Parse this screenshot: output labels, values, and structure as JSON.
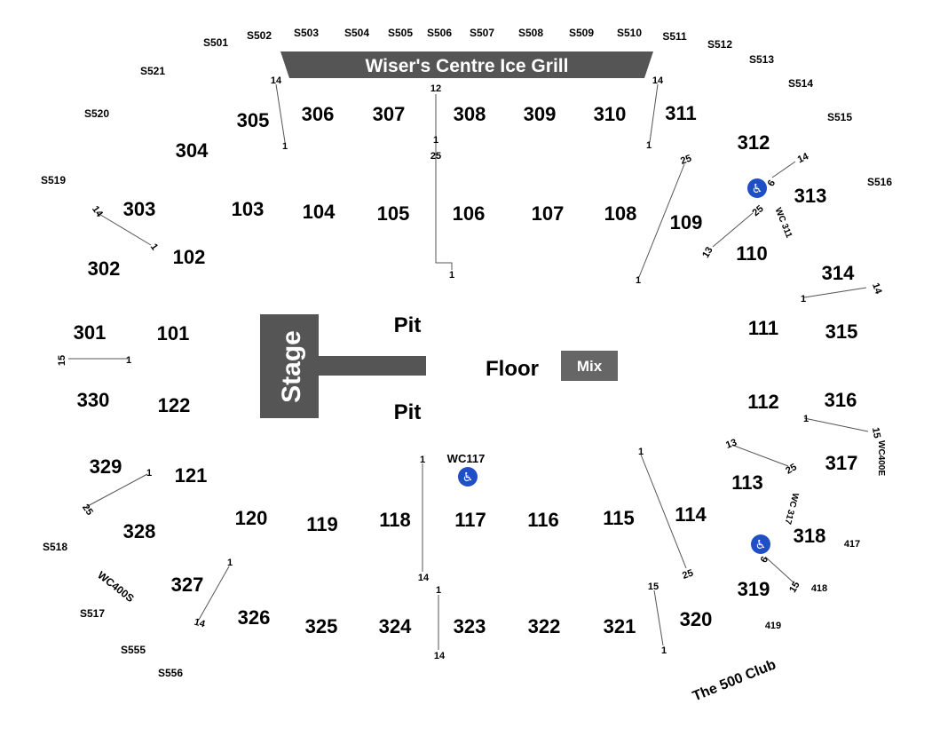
{
  "banner": "Wiser's Centre Ice Grill",
  "stage": "Stage",
  "floor": "Floor",
  "pit_top": "Pit",
  "pit_bottom": "Pit",
  "mix": "Mix",
  "club": "The 500 Club",
  "wc117": "WC117",
  "wc311": "WC 311",
  "wc317": "WC 317",
  "wc400s": "WC400S",
  "wc400e": "WC400E",
  "colors": {
    "banner": "#555555",
    "stage": "#555555",
    "mix": "#666666",
    "accessible": "#1f4fc4"
  },
  "sections_100": [
    "101",
    "102",
    "103",
    "104",
    "105",
    "106",
    "107",
    "108",
    "109",
    "110",
    "111",
    "112",
    "113",
    "114",
    "115",
    "116",
    "117",
    "118",
    "119",
    "120",
    "121",
    "122"
  ],
  "sections_300": [
    "301",
    "302",
    "303",
    "304",
    "305",
    "306",
    "307",
    "308",
    "309",
    "310",
    "311",
    "312",
    "313",
    "314",
    "315",
    "316",
    "317",
    "318",
    "319",
    "320",
    "321",
    "322",
    "323",
    "324",
    "325",
    "326",
    "327",
    "328",
    "329",
    "330"
  ],
  "sections_500": [
    "S501",
    "S502",
    "S503",
    "S504",
    "S505",
    "S506",
    "S507",
    "S508",
    "S509",
    "S510",
    "S511",
    "S512",
    "S513",
    "S514",
    "S515",
    "S516",
    "S517",
    "S518",
    "S519",
    "S520",
    "S521",
    "S555",
    "S556"
  ],
  "sections_400": [
    "417",
    "418",
    "419"
  ],
  "row_labels": [
    "14",
    "1",
    "12",
    "1",
    "25",
    "1",
    "14",
    "1",
    "25",
    "1",
    "14",
    "6",
    "25",
    "13",
    "14",
    "1",
    "14",
    "1",
    "15",
    "1",
    "1",
    "15",
    "13",
    "25",
    "6",
    "15",
    "1",
    "25",
    "1",
    "14",
    "1",
    "25",
    "1",
    "14",
    "1",
    "14",
    "15",
    "1"
  ]
}
